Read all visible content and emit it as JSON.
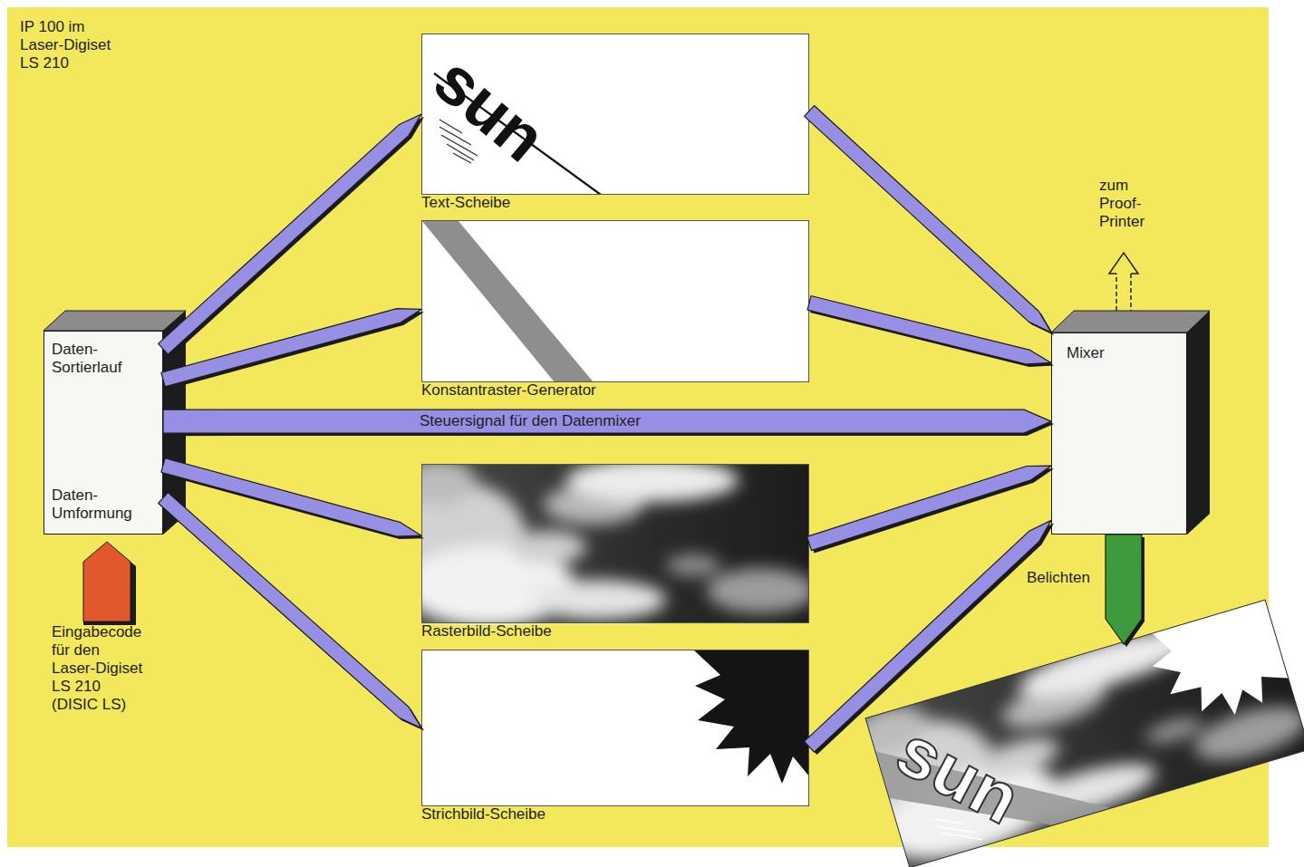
{
  "diagram": {
    "title": "IP 100 im Laser-Digiset LS 210",
    "nodes": [
      {
        "text": [
          "Daten-Sortierlauf",
          "Daten-Umformung"
        ]
      },
      {
        "text": [
          "sun",
          "Text-Scheibe"
        ]
      },
      {
        "text": [
          "Konstantraster-Generator"
        ]
      },
      {
        "text": [
          "Rasterbild-Scheibe"
        ]
      },
      {
        "text": [
          "Strichbild-Scheibe"
        ]
      },
      {
        "text": [
          "Mixer"
        ]
      },
      {
        "text": [
          "sun"
        ]
      }
    ],
    "edges": [
      {
        "from": 0,
        "to": 1,
        "arrow": "to"
      },
      {
        "from": 0,
        "to": 2,
        "arrow": "to"
      },
      {
        "from": 0,
        "to": 5,
        "label": "Steuersignal für den Datenmixer",
        "arrow": "to"
      },
      {
        "from": 0,
        "to": 3,
        "arrow": "to"
      },
      {
        "from": 0,
        "to": 4,
        "arrow": "to"
      },
      {
        "from": 1,
        "to": 5,
        "arrow": "to"
      },
      {
        "from": 2,
        "to": 5,
        "arrow": "to"
      },
      {
        "from": 3,
        "to": 5,
        "arrow": "to"
      },
      {
        "from": 4,
        "to": 5,
        "arrow": "to"
      },
      {
        "from": 5,
        "to": 6,
        "label": "Belichten",
        "arrow": "to"
      }
    ],
    "labels": [
      "zum Proof-Printer",
      "Eingabecode für den Laser-Digiset LS 210 (DISIC LS)"
    ]
  }
}
